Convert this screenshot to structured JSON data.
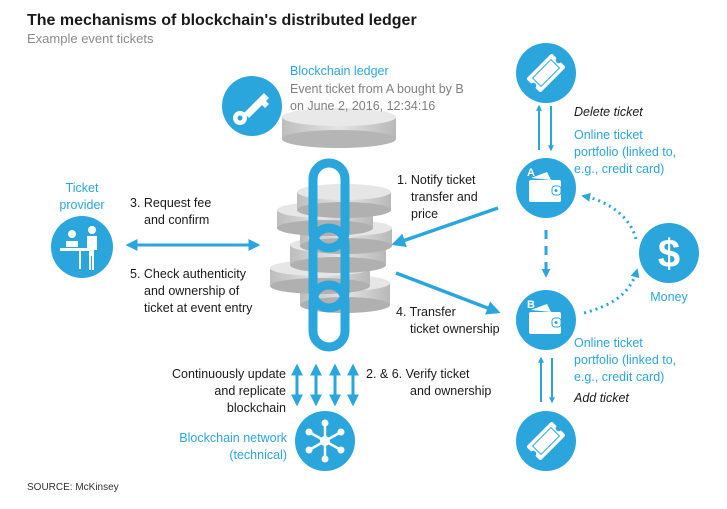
{
  "header": {
    "title": "The mechanisms of blockchain's distributed ledger",
    "subtitle": "Example event tickets"
  },
  "ledger": {
    "label": "Blockchain ledger",
    "record_line1": "Event ticket from A bought by B",
    "record_line2": "on June 2, 2016, 12:34:16",
    "icon": "key-icon"
  },
  "ticket_provider": {
    "label_line1": "Ticket",
    "label_line2": "provider",
    "icon": "ticket-counter-icon"
  },
  "steps": {
    "step3_line1": "3. Request fee",
    "step3_line2": "and confirm",
    "step5_line1": "5. Check authenticity",
    "step5_line2": "and ownership of",
    "step5_line3": "ticket at event entry",
    "step1_line1": "1. Notify ticket",
    "step1_line2": "transfer and",
    "step1_line3": "price",
    "step4_line1": "4. Transfer",
    "step4_line2": "ticket ownership",
    "step26_line1": "2. & 6. Verify ticket",
    "step26_line2": "and ownership",
    "replicate_line1": "Continuously update",
    "replicate_line2": "and replicate",
    "replicate_line3": "blockchain"
  },
  "network": {
    "label_line1": "Blockchain network",
    "label_line2": "(technical)",
    "icon": "network-hub-icon"
  },
  "portfolio_a": {
    "badge": "A",
    "action": "Delete ticket",
    "label_line1": "Online ticket",
    "label_line2": "portfolio (linked to,",
    "label_line3": "e.g., credit card)"
  },
  "portfolio_b": {
    "badge": "B",
    "action": "Add ticket",
    "label_line1": "Online ticket",
    "label_line2": "portfolio (linked to,",
    "label_line3": "e.g., credit card)"
  },
  "money": {
    "label": "Money",
    "symbol": "$"
  },
  "footer": {
    "source": "SOURCE: McKinsey"
  },
  "colors": {
    "accent": "#2aa6dc",
    "text": "#1a1a1a",
    "muted": "#808080",
    "disk": "#cfcfcf"
  }
}
